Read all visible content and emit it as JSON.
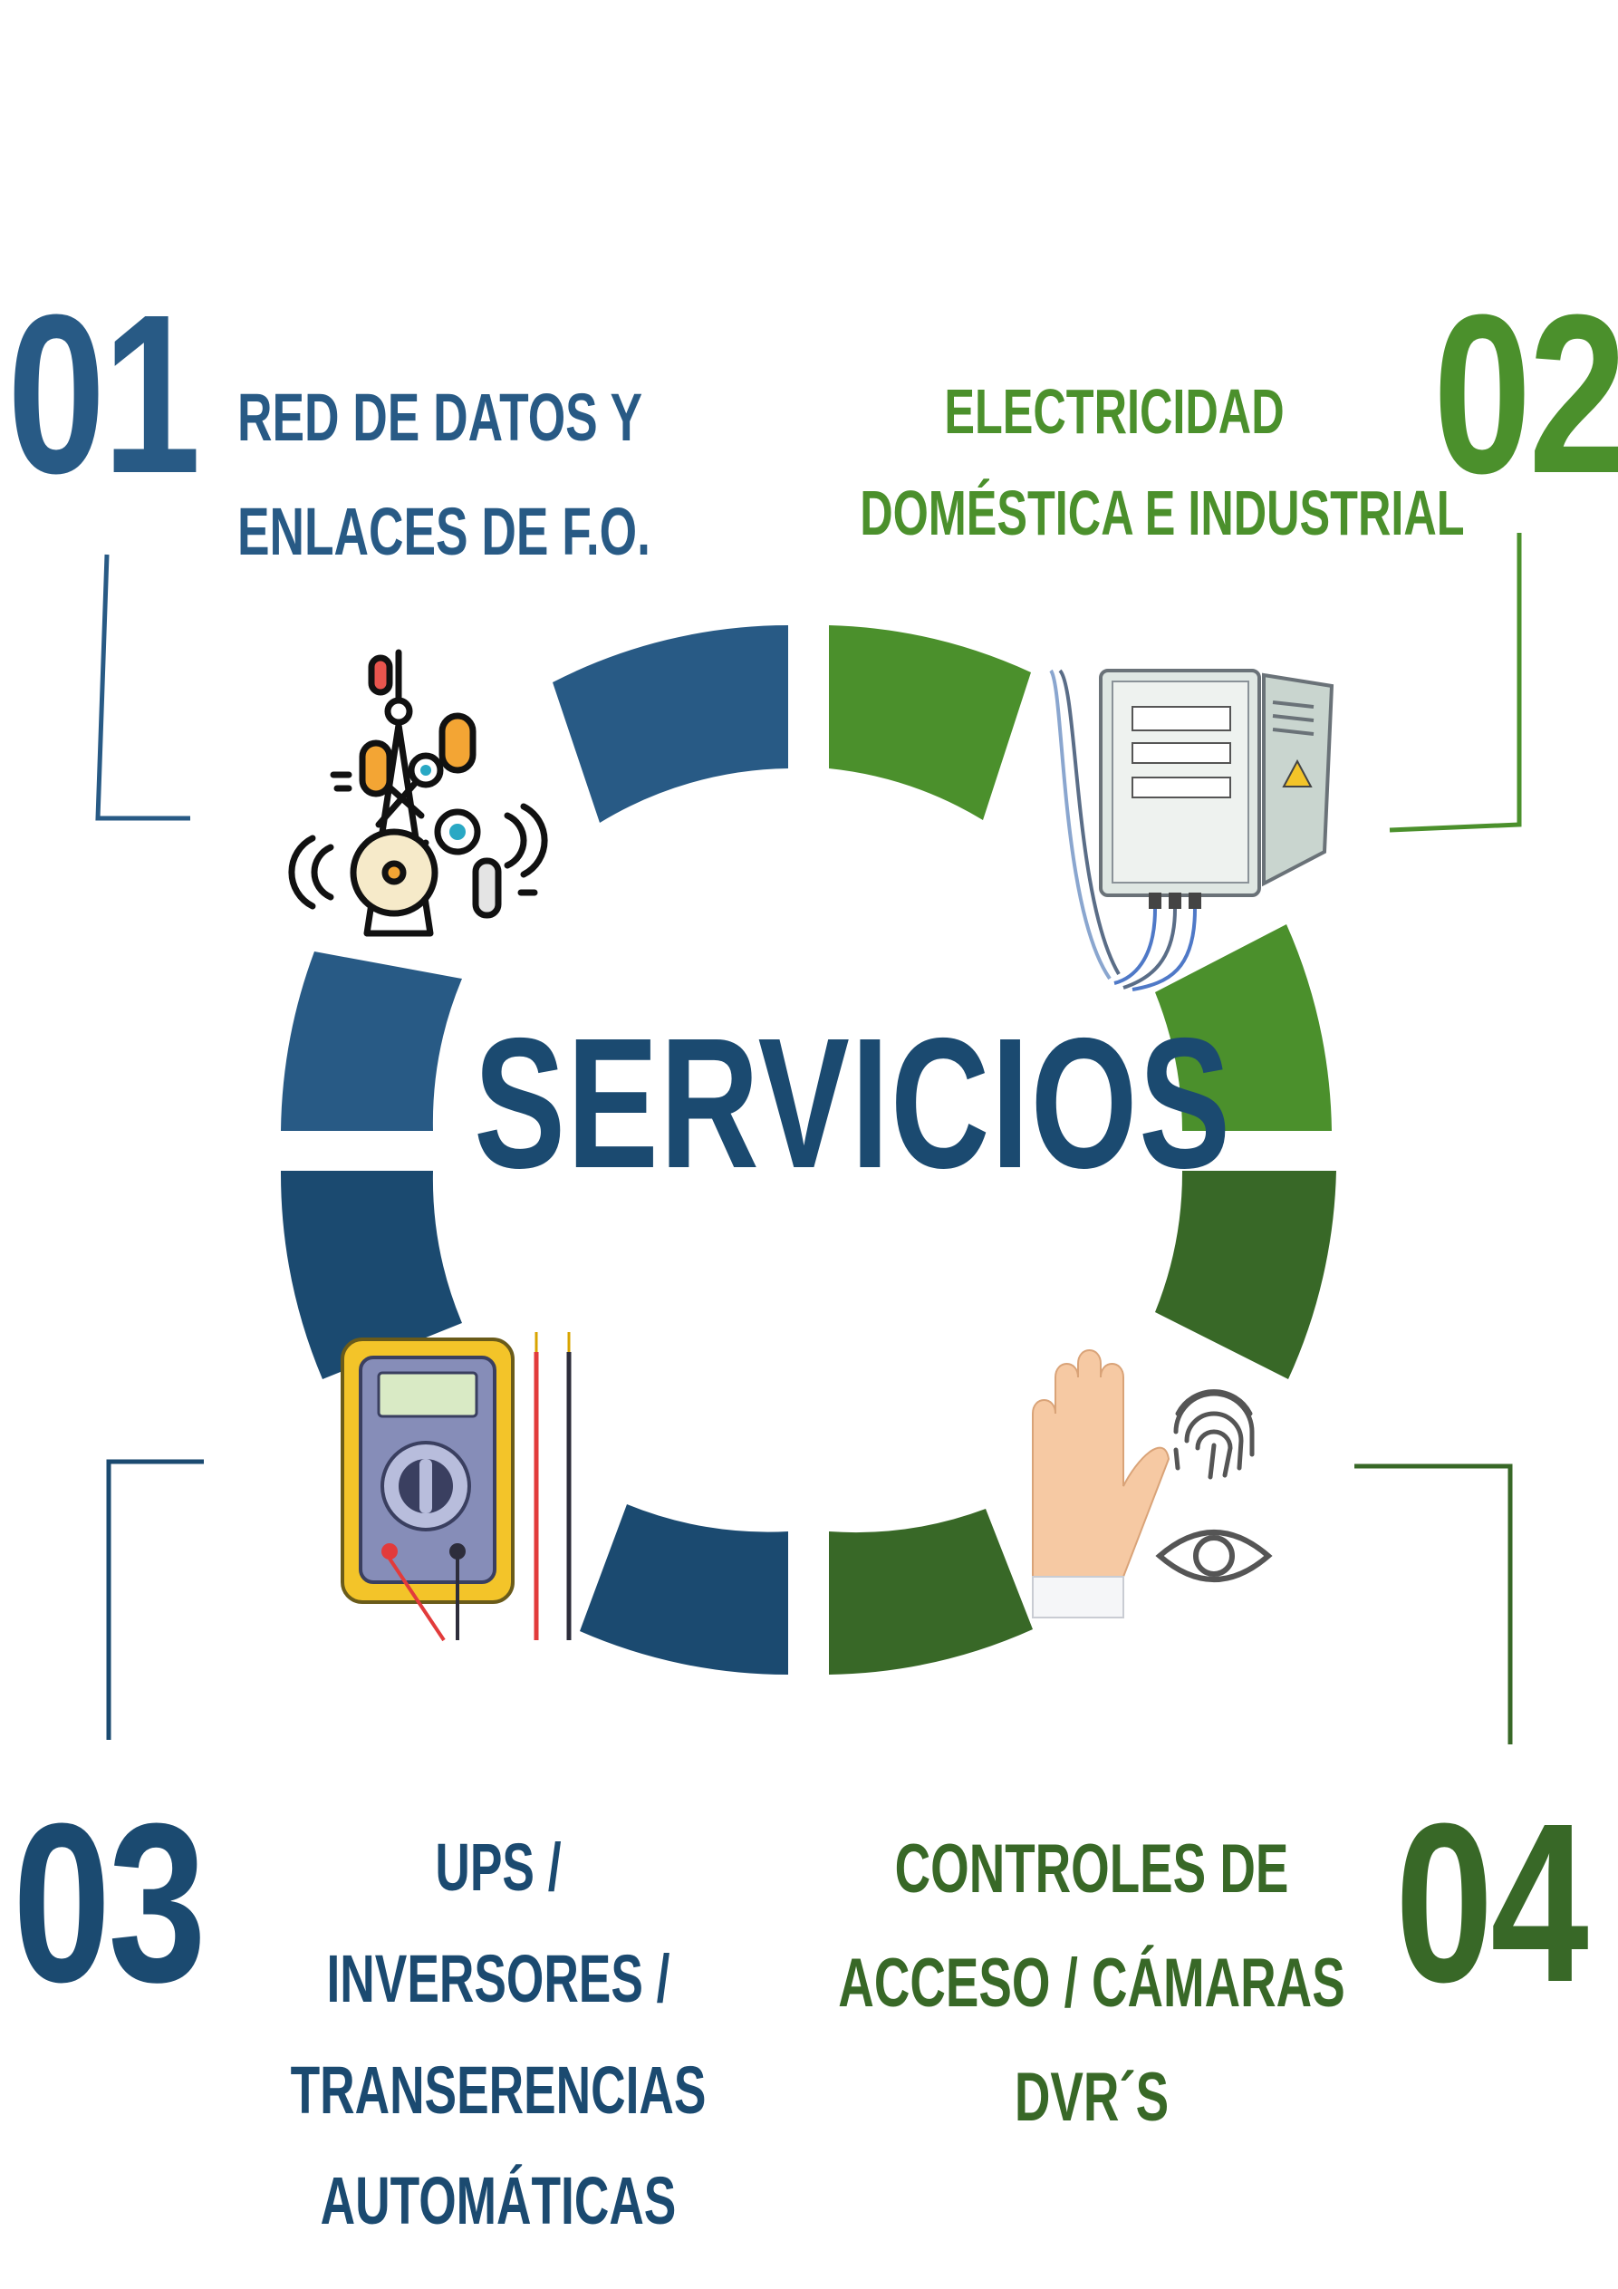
{
  "title": "SERVICIOS",
  "colors": {
    "blue_light": "#285a85",
    "blue_dark": "#1b4a70",
    "green_light": "#4b902c",
    "green_dark": "#386827"
  },
  "services": [
    {
      "number": "01",
      "lines": [
        "RED DE DATOS Y",
        "ENLACES DE F.O."
      ],
      "icon": "antenna-tower-icon"
    },
    {
      "number": "02",
      "lines": [
        "ELECTRICIDAD",
        "DOMÉSTICA E INDUSTRIAL"
      ],
      "icon": "electrical-panel-icon"
    },
    {
      "number": "03",
      "lines": [
        "UPS  /",
        "INVERSORES /",
        "TRANSERENCIAS",
        "AUTOMÁTICAS"
      ],
      "icon": "multimeter-icon"
    },
    {
      "number": "04",
      "lines": [
        "CONTROLES DE",
        "ACCESO / CÁMARAS",
        "DVR´S"
      ],
      "icon": "biometric-access-icon"
    }
  ]
}
